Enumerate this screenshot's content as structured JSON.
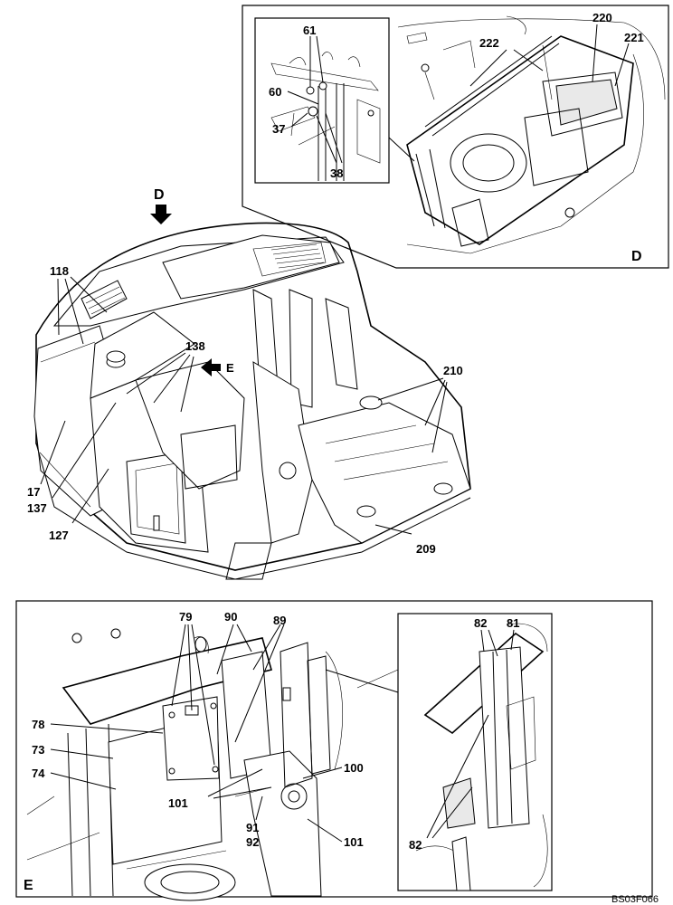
{
  "labels": {
    "top_view": "D",
    "top_view_arrow": "D",
    "e_arrow": "E",
    "l118": "118",
    "l138": "138",
    "l210": "210",
    "l17": "17",
    "l137": "137",
    "l127": "127",
    "l209": "209",
    "l61": "61",
    "l60": "60",
    "l37": "37",
    "l38": "38",
    "l222": "222",
    "l220": "220",
    "l221": "221",
    "detail_d": "D",
    "l79": "79",
    "l90": "90",
    "l89": "89",
    "l78": "78",
    "l73": "73",
    "l74": "74",
    "l101a": "101",
    "l91": "91",
    "l92": "92",
    "l100": "100",
    "l101b": "101",
    "l82a": "82",
    "l81": "81",
    "l82b": "82",
    "detail_e": "E",
    "drawing_code": "BS03F066"
  }
}
